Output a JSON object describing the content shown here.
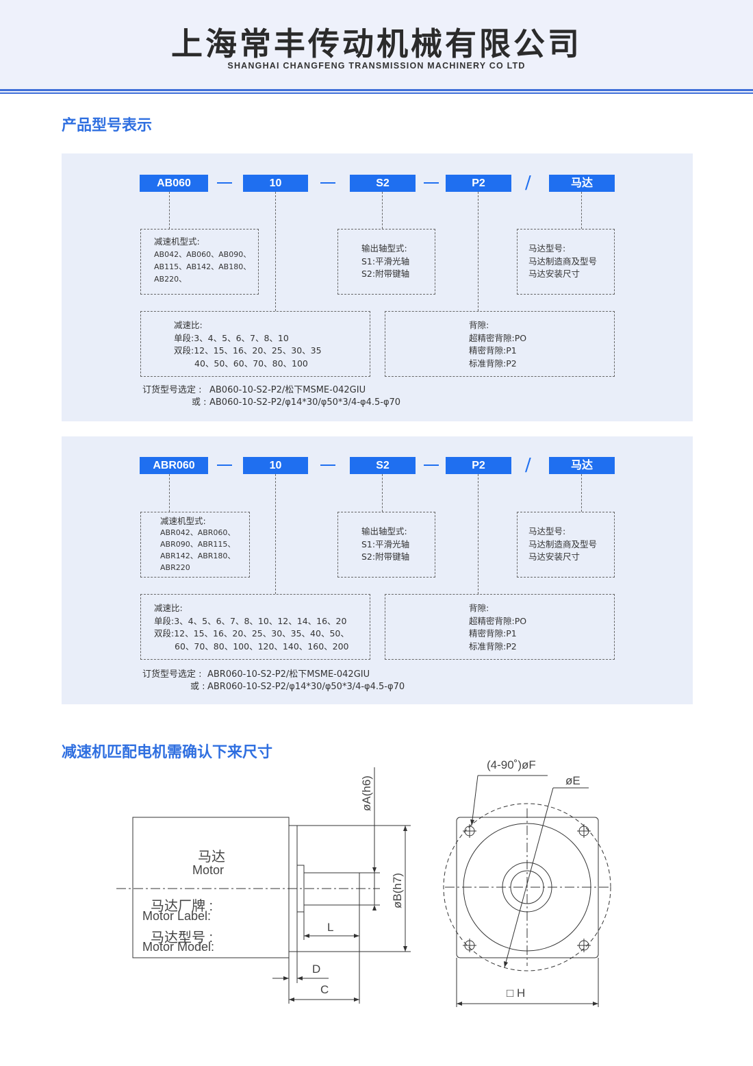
{
  "header": {
    "company_cn": "上海常丰传动机械有限公司",
    "company_en": "SHANGHAI CHANGFENG TRANSMISSION MACHINERY CO LTD"
  },
  "section1": {
    "title": "产品型号表示",
    "panels": [
      {
        "tags": [
          "AB060",
          "10",
          "S2",
          "P2",
          "马达"
        ],
        "separator": "/",
        "reducer_type": [
          "减速机型式:",
          "AB042、AB060、AB090、",
          "AB115、AB142、AB180、",
          "AB220、"
        ],
        "shaft_type": [
          "输出轴型式:",
          "S1:平滑光轴",
          "S2:附带键轴"
        ],
        "motor": [
          "马达型号:",
          "马达制造商及型号",
          "马达安装尺寸"
        ],
        "ratio": [
          "减速比:",
          "单段:3、4、5、6、7、8、10",
          "双段:12、15、16、20、25、30、35",
          "40、50、60、70、80、100"
        ],
        "backlash": [
          "背隙:",
          "超精密背隙:PO",
          "精密背隙:P1",
          "标准背隙:P2"
        ],
        "order_label": "订货型号选定 :",
        "order_example1": "AB060-10-S2-P2/松下MSME-042GIU",
        "order_or": "或 :",
        "order_example2": "AB060-10-S2-P2/φ14*30/φ50*3/4-φ4.5-φ70"
      },
      {
        "tags": [
          "ABR060",
          "10",
          "S2",
          "P2",
          "马达"
        ],
        "separator": "/",
        "reducer_type": [
          "减速机型式:",
          "ABR042、ABR060、",
          "ABR090、ABR115、",
          "ABR142、ABR180、",
          "ABR220"
        ],
        "shaft_type": [
          "输出轴型式:",
          "S1:平滑光轴",
          "S2:附带键轴"
        ],
        "motor": [
          "马达型号:",
          "马达制造商及型号",
          "马达安装尺寸"
        ],
        "ratio": [
          "减速比:",
          "单段:3、4、5、6、7、8、10、12、14、16、20",
          "双段:12、15、16、20、25、30、35、40、50、",
          "60、70、80、100、120、140、160、200"
        ],
        "backlash": [
          "背隙:",
          "超精密背隙:PO",
          "精密背隙:P1",
          "标准背隙:P2"
        ],
        "order_label": "订货型号选定 :",
        "order_example1": "ABR060-10-S2-P2/松下MSME-042GIU",
        "order_or": "或 :",
        "order_example2": "ABR060-10-S2-P2/φ14*30/φ50*3/4-φ4.5-φ70"
      }
    ]
  },
  "section2": {
    "title": "减速机匹配电机需确认下来尺寸",
    "motor_cn": "马达",
    "motor_en": "Motor",
    "label_cn": "马达厂牌 :",
    "label_en": "Motor Label:",
    "model_cn": "马达型号 :",
    "model_en": "Motor Model:",
    "dim_A": "øA(h6)",
    "dim_B": "øB(h7)",
    "dim_L": "L",
    "dim_D": "D",
    "dim_C": "C",
    "dim_F": "(4-90˚)øF",
    "dim_E": "øE",
    "dim_H": "□ H"
  },
  "colors": {
    "accent": "#1f6ff0",
    "title_blue": "#2f6fe0",
    "panel_bg": "#e9eef9",
    "header_bg": "#eef1fb"
  }
}
